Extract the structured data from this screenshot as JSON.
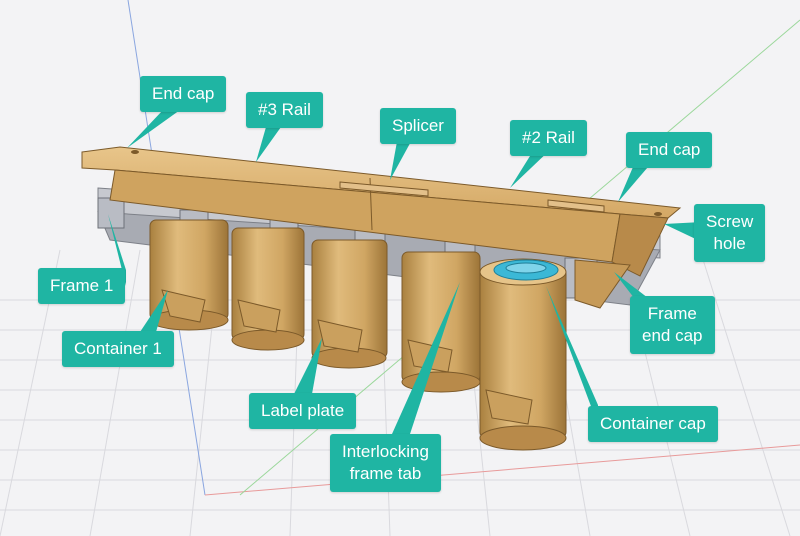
{
  "labels": {
    "end_cap_left": "End cap",
    "rail_3": "#3 Rail",
    "splicer": "Splicer",
    "rail_2": "#2 Rail",
    "end_cap_right": "End cap",
    "screw_hole": "Screw\nhole",
    "frame_1": "Frame 1",
    "frame_end_cap": "Frame\nend cap",
    "container_1": "Container 1",
    "label_plate": "Label plate",
    "container_cap": "Container cap",
    "interlocking_frame_tab": "Interlocking\nframe tab"
  },
  "colors": {
    "callout": "#1fb5a3",
    "wood": "#d8ad6c",
    "wood_dark": "#b88a4a",
    "frame": "#b9bcc4",
    "cap_blue": "#3bb8d6",
    "background": "#f3f3f5",
    "grid": "#d9d9de"
  }
}
